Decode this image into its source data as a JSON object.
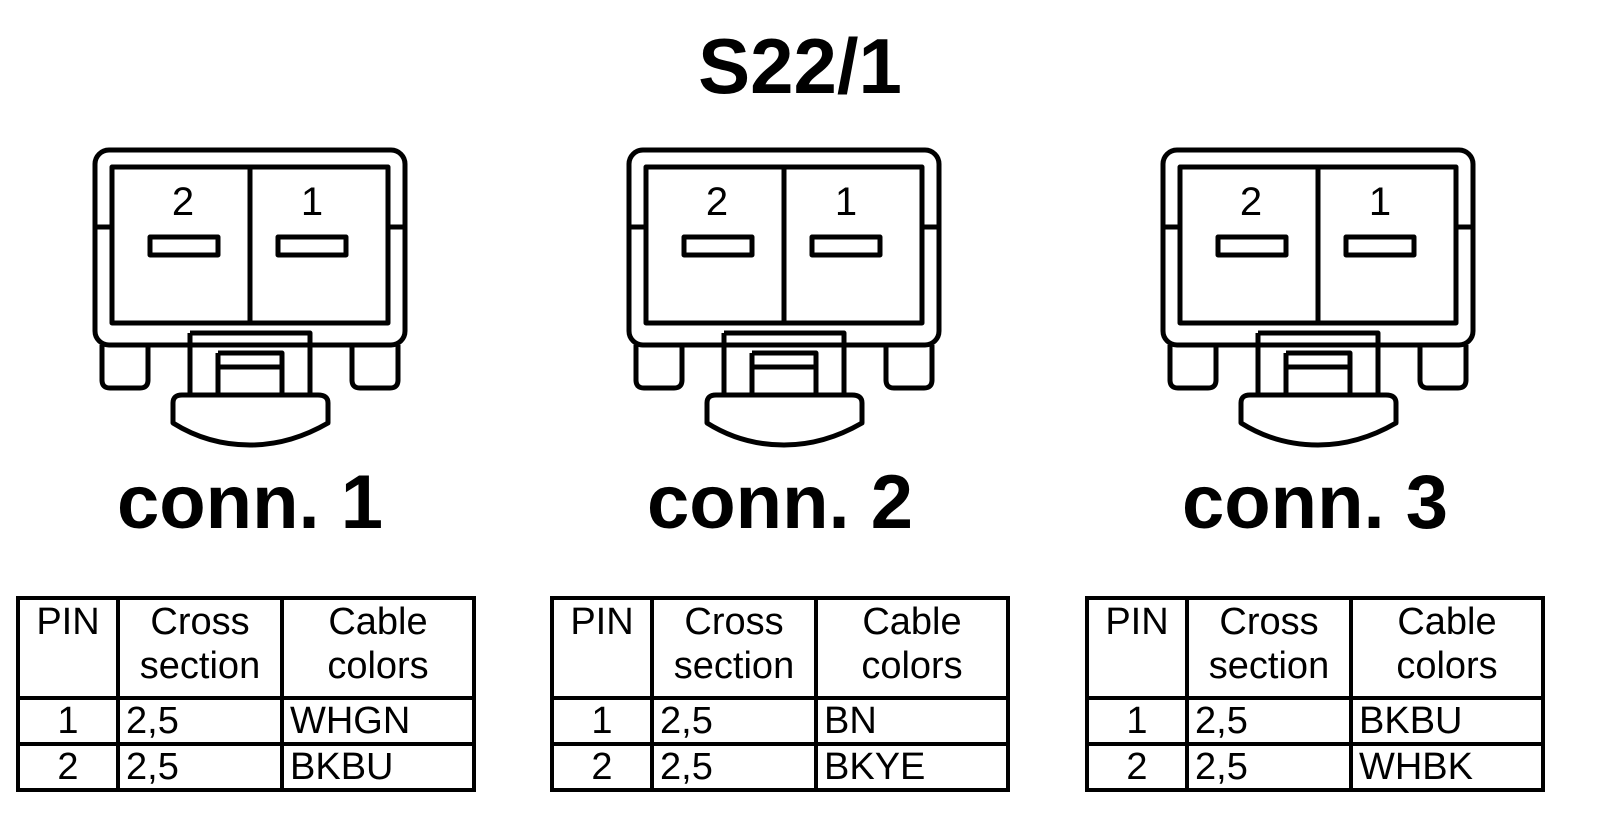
{
  "title": "S22/1",
  "connectors": [
    {
      "label": "conn. 1",
      "pin_numbers": [
        "2",
        "1"
      ],
      "table": {
        "headers": [
          "PIN",
          "Cross section",
          "Cable colors"
        ],
        "rows": [
          {
            "pin": "1",
            "cross_section": "2,5",
            "color": "WHGN"
          },
          {
            "pin": "2",
            "cross_section": "2,5",
            "color": "BKBU"
          }
        ]
      }
    },
    {
      "label": "conn. 2",
      "pin_numbers": [
        "2",
        "1"
      ],
      "table": {
        "headers": [
          "PIN",
          "Cross section",
          "Cable colors"
        ],
        "rows": [
          {
            "pin": "1",
            "cross_section": "2,5",
            "color": "BN"
          },
          {
            "pin": "2",
            "cross_section": "2,5",
            "color": "BKYE"
          }
        ]
      }
    },
    {
      "label": "conn. 3",
      "pin_numbers": [
        "2",
        "1"
      ],
      "table": {
        "headers": [
          "PIN",
          "Cross section",
          "Cable colors"
        ],
        "rows": [
          {
            "pin": "1",
            "cross_section": "2,5",
            "color": "BKBU"
          },
          {
            "pin": "2",
            "cross_section": "2,5",
            "color": "WHBK"
          }
        ]
      }
    }
  ]
}
